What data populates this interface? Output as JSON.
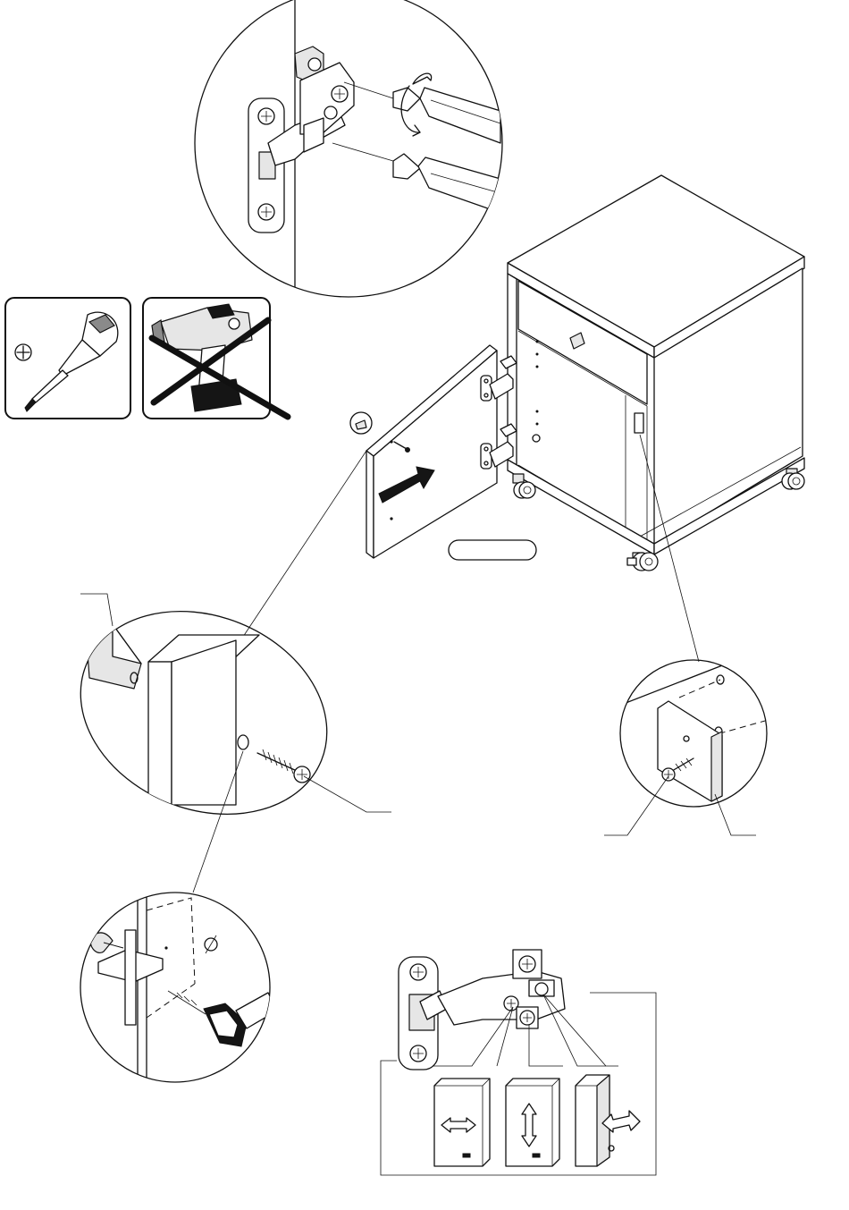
{
  "figure": {
    "part_label": "",
    "background": "#ffffff",
    "line_color": "#111111"
  },
  "tools": [
    {
      "icon": "phillips-screwdriver-icon",
      "symbol": "⊕",
      "allowed": true
    },
    {
      "icon": "cordless-drill-icon",
      "allowed": false
    }
  ],
  "callouts": {
    "door_bumper": "",
    "door_screw": "",
    "catch_screw": "",
    "catch_plate": "",
    "hinge_adjustment": ""
  },
  "adjustments": [
    {
      "icon": "horizontal-arrows-icon",
      "direction": "side"
    },
    {
      "icon": "vertical-arrows-icon",
      "direction": "height"
    },
    {
      "icon": "depth-arrows-icon",
      "direction": "depth"
    }
  ]
}
